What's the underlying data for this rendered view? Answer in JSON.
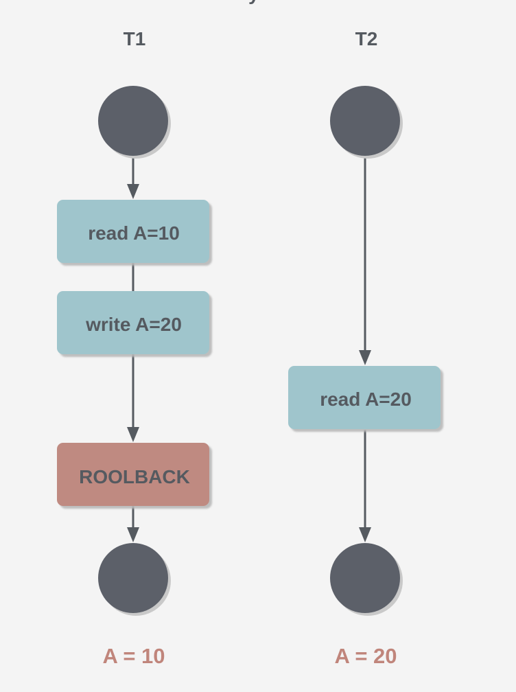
{
  "diagram": {
    "top_caption_fragment": "y",
    "lanes": [
      {
        "title": "T1",
        "steps": [
          {
            "label": "read A=10",
            "kind": "operation"
          },
          {
            "label": "write A=20",
            "kind": "operation"
          },
          {
            "label": "ROOLBACK",
            "kind": "rollback"
          }
        ],
        "result": "A = 10"
      },
      {
        "title": "T2",
        "steps": [
          {
            "label": "read A=20",
            "kind": "operation"
          }
        ],
        "result": "A = 20"
      }
    ],
    "colors": {
      "node_terminal": "#5c6069",
      "operation_fill": "#9fc5cc",
      "rollback_fill": "#bf8a81",
      "result_text": "#c0857b",
      "text": "#555a60",
      "shadow": "#c6c6c6",
      "background": "#f4f4f4"
    }
  }
}
